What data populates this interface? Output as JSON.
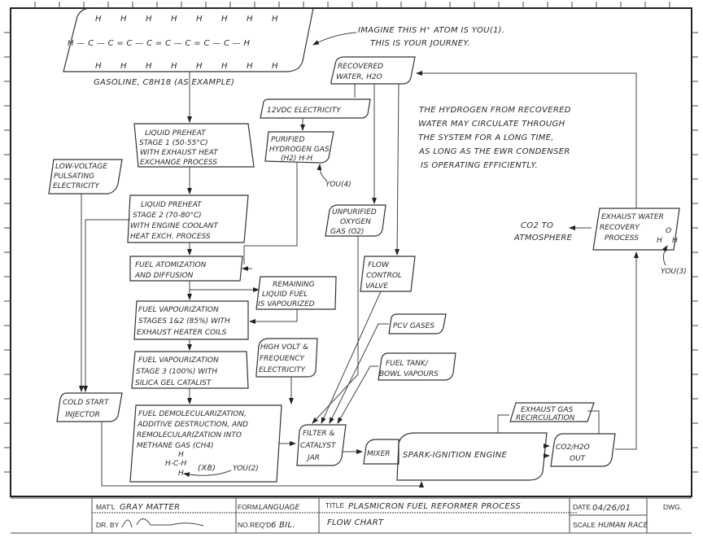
{
  "molecule": {
    "top_h": [
      "H",
      "H",
      "H",
      "H",
      "H",
      "H",
      "H",
      "H"
    ],
    "chain": "H — C — C = C — C = C — C = C — C — H",
    "bottom_h": [
      "H",
      "H",
      "H",
      "H",
      "H",
      "H",
      "H",
      "H"
    ],
    "caption": "GASOLINE, C8H18 (AS EXAMPLE)"
  },
  "annotations": {
    "intro_line1": "IMAGINE THIS H⁺ ATOM IS YOU(1).",
    "intro_line2": "THIS IS YOUR JOURNEY.",
    "hydrogen_note": [
      "THE HYDROGEN FROM RECOVERED",
      "WATER MAY CIRCULATE THROUGH",
      "THE SYSTEM FOR A LONG TIME,",
      "AS LONG AS THE EWR CONDENSER",
      "IS OPERATING EFFICIENTLY."
    ],
    "you2": "YOU(2)",
    "you3": "YOU(3)",
    "you4": "YOU(4)",
    "co2_atmosphere": [
      "CO2 TO",
      "ATMOSPHERE"
    ],
    "water_molecule": {
      "o": "O",
      "h1": "H",
      "h2": "H"
    },
    "methane": {
      "top": "H",
      "mid": "H-C-H",
      "bottom": "H",
      "mult": "(X8)"
    }
  },
  "nodes": {
    "recovered_water": [
      "RECOVERED",
      "WATER, H2O"
    ],
    "dc_electricity": [
      "12VDC ELECTRICITY"
    ],
    "purified_hydrogen": [
      "PURIFIED",
      "HYDROGEN GAS,",
      "(H2) H-H"
    ],
    "preheat1": [
      "LIQUID PREHEAT",
      "STAGE 1 (50-55°C)",
      "WITH EXHAUST HEAT",
      "EXCHANGE PROCESS"
    ],
    "low_voltage": [
      "LOW-VOLTAGE",
      "PULSATING",
      "ELECTRICITY"
    ],
    "preheat2": [
      "LIQUID PREHEAT",
      "STAGE 2 (70-80°C)",
      "WITH ENGINE COOLANT",
      "HEAT EXCH. PROCESS"
    ],
    "unpurified_oxygen": [
      "UNPURIFIED",
      "OXYGEN",
      "GAS (O2)"
    ],
    "flow_valve": [
      "FLOW",
      "CONTROL",
      "VALVE"
    ],
    "exhaust_water": [
      "EXHAUST WATER",
      "RECOVERY",
      "PROCESS"
    ],
    "atomization": [
      "FUEL ATOMIZATION",
      "AND DIFFUSION"
    ],
    "remaining_fuel": [
      "REMAINING",
      "LIQUID FUEL",
      "IS VAPOURIZED"
    ],
    "vaporization12": [
      "FUEL VAPOURIZATION",
      "STAGES 1&2 (85%) WITH",
      "EXHAUST HEATER COILS"
    ],
    "pcv": [
      "PCV GASES"
    ],
    "vaporization3": [
      "FUEL VAPOURIZATION",
      "STAGE 3 (100%) WITH",
      "SILICA GEL CATALIST"
    ],
    "high_volt": [
      "HIGH VOLT &",
      "FREQUENCY",
      "ELECTRICITY"
    ],
    "fuel_tank": [
      "FUEL TANK/",
      "BOWL VAPOURS"
    ],
    "cold_start": [
      "COLD START",
      "INJECTOR"
    ],
    "demolecularization": [
      "FUEL DEMOLECULARIZATION,",
      "ADDITIVE DESTRUCTION, AND",
      "REMOLECULARIZATION INTO",
      "METHANE GAS (CH4)"
    ],
    "filter": [
      "FILTER &",
      "CATALYST",
      "JAR"
    ],
    "mixer": [
      "MIXER"
    ],
    "engine": [
      "SPARK-IGNITION ENGINE"
    ],
    "egr": [
      "EXHAUST GAS",
      "RECIRCULATION"
    ],
    "co2_out": [
      "CO2/H2O",
      "OUT"
    ]
  },
  "title_block": {
    "matl_label": "MAT'L",
    "matl_value": "GRAY MATTER",
    "dr_by_label": "DR. BY",
    "dr_by_value": "[signature]",
    "form_label": "FORM",
    "form_value": "LANGUAGE",
    "no_req_label": "NO.REQ'D",
    "no_req_value": "6 BIL.",
    "title_label": "TITLE",
    "title_value_line1": "PLASMICRON FUEL REFORMER PROCESS",
    "title_value_line2": "FLOW CHART",
    "date_label": "DATE",
    "date_value": "04/26/01",
    "scale_label": "SCALE",
    "scale_value": "HUMAN RACE",
    "dwg_label": "DWG."
  }
}
